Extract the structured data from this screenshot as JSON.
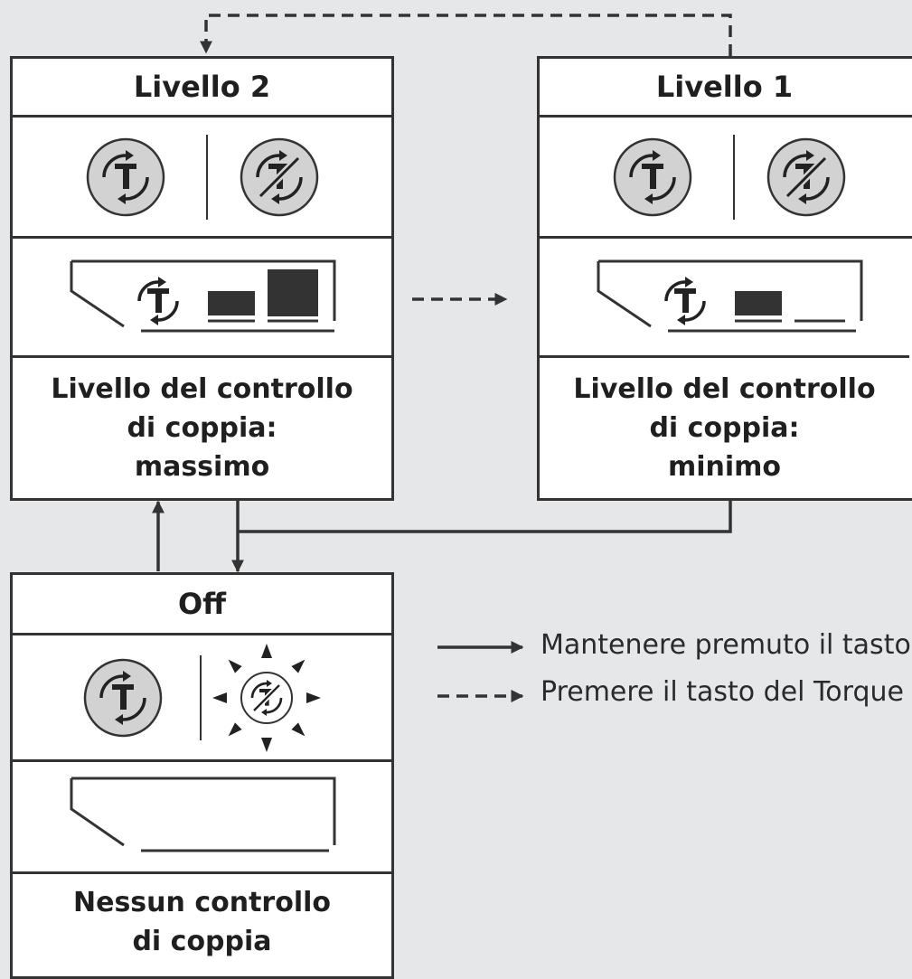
{
  "levels": {
    "level2": {
      "title": "Livello 2",
      "description": [
        "Livello del controllo",
        "di coppia:",
        "massimo"
      ],
      "bar_fill": "massimo"
    },
    "level1": {
      "title": "Livello 1",
      "description": [
        "Livello del controllo",
        "di coppia:",
        "minimo"
      ],
      "bar_fill": "minimo"
    },
    "off": {
      "title": "Off",
      "description": [
        "Nessun controllo",
        "di coppia"
      ],
      "bar_fill": "nessuno"
    }
  },
  "icons": {
    "torque_on": "torque-control-icon",
    "torque_off": "torque-control-off-icon",
    "torque_off_flashing": "torque-control-off-flashing-icon",
    "display": "display-bar-indicator-icon"
  },
  "legend": {
    "hold": "Mantenere premuto il tasto",
    "press": "Premere il tasto del Torque"
  },
  "colors": {
    "background": "#e6e7e9",
    "stroke": "#333333",
    "icon_fill": "#d2d2d2"
  }
}
